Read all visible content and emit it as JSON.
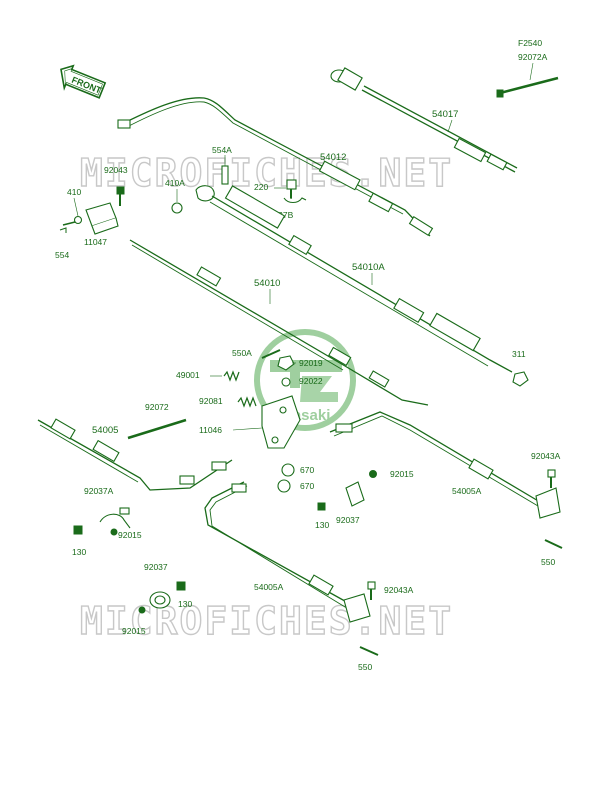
{
  "figure_code": "F2540",
  "front_label": "FRONT",
  "watermarks": [
    "MICROFICHES.NET",
    "MICROFICHES.NET"
  ],
  "logo_text": "Kawasaki",
  "colors": {
    "line": "#1a6b1a",
    "watermark": "#c8c8c8",
    "background": "#ffffff"
  },
  "labels": {
    "p92072A": "92072A",
    "p54017": "54017",
    "p554A": "554A",
    "p54012": "54012",
    "p92043_top": "92043",
    "p410": "410",
    "p410A": "410A",
    "p220": "220",
    "p92037B": "92037B",
    "p11047": "11047",
    "p554": "554",
    "p54010A": "54010A",
    "p54010": "54010",
    "p311": "311",
    "p550A": "550A",
    "p92019": "92019",
    "p49001": "49001",
    "p92022": "92022",
    "p92081": "92081",
    "p92072": "92072",
    "p11046": "11046",
    "p54005": "54005",
    "p670_a": "670",
    "p670_b": "670",
    "p92015_mid": "92015",
    "p92043A_right": "92043A",
    "p54005A_right": "54005A",
    "p92037A": "92037A",
    "p92037_mid": "92037",
    "p130_mid": "130",
    "p92015_left": "92015",
    "p130_left": "130",
    "p550_right": "550",
    "p92037_low": "92037",
    "p130_low": "130",
    "p92015_low": "92015",
    "p54005A_low": "54005A",
    "p92043A_low": "92043A",
    "p550_low": "550"
  }
}
